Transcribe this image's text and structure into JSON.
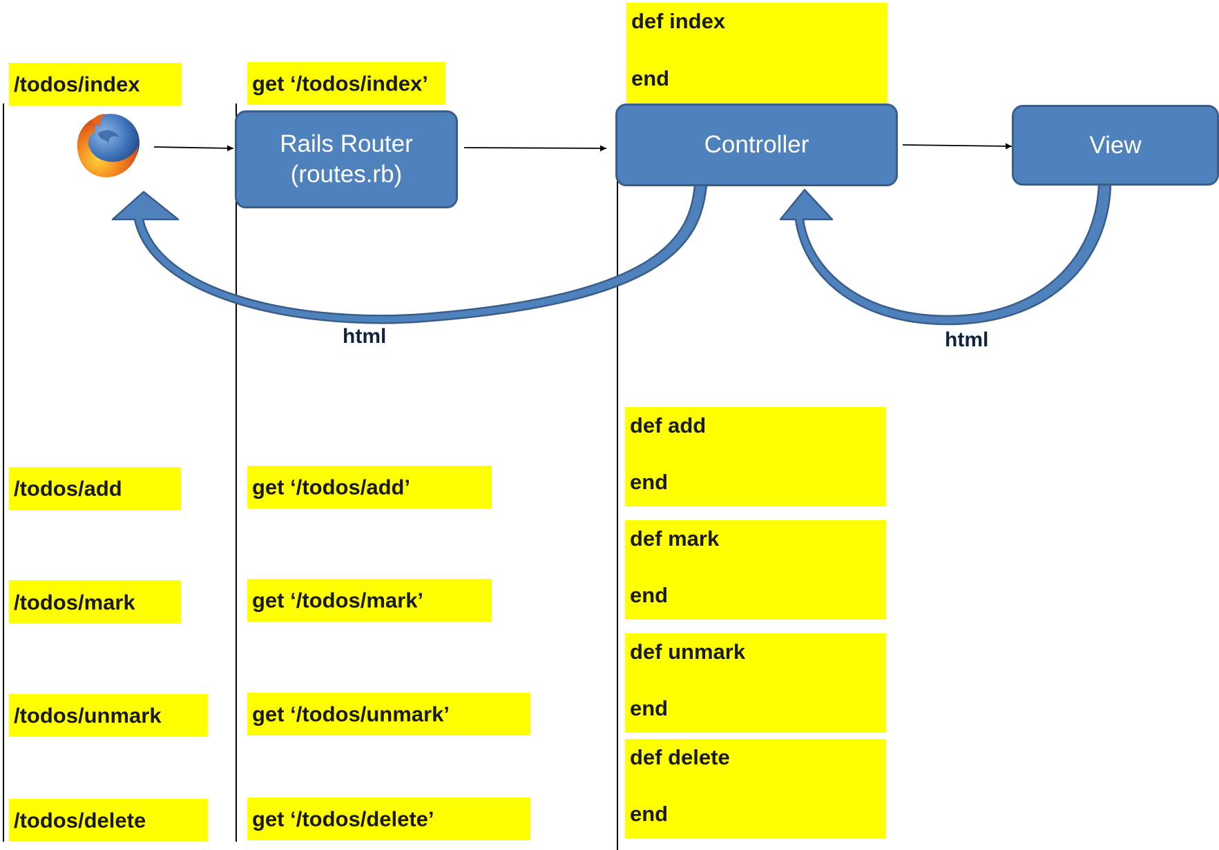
{
  "colors": {
    "note_fill": "#ffff00",
    "node_fill": "#4f81bd",
    "node_border": "#385d8a",
    "arrow_fill": "#4f81bd",
    "arrow_stroke": "#385d8a",
    "label_color": "#10233f"
  },
  "browser": {
    "icon": "firefox-icon"
  },
  "urls": [
    "/todos/index",
    "/todos/add",
    "/todos/mark",
    "/todos/unmark",
    "/todos/delete"
  ],
  "routes": [
    "get ‘/todos/index’",
    "get ‘/todos/add’",
    "get ‘/todos/mark’",
    "get ‘/todos/unmark’",
    "get ‘/todos/delete’"
  ],
  "actions": [
    {
      "def": "def index",
      "end": "end"
    },
    {
      "def": "def add",
      "end": "end"
    },
    {
      "def": "def mark",
      "end": "end"
    },
    {
      "def": "def unmark",
      "end": "end"
    },
    {
      "def": "def delete",
      "end": "end"
    }
  ],
  "nodes": {
    "router_line1": "Rails Router",
    "router_line2": "(routes.rb)",
    "controller": "Controller",
    "view": "View"
  },
  "edges": {
    "controller_to_browser": "html",
    "view_to_controller": "html"
  }
}
